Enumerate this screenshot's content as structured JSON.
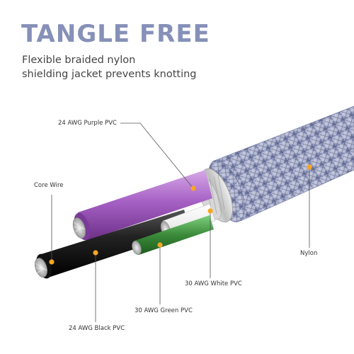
{
  "headline": "TANGLE FREE",
  "subheadline": [
    "Flexible braided nylon",
    "shielding jacket prevents knotting"
  ],
  "labels": {
    "purple": "24 AWG Purple PVC",
    "core": "Core   Wire",
    "white": "30 AWG White PVC",
    "green": "30 AWG Green PVC",
    "black": "24 AWG Black PVC",
    "nylon": "Nylon"
  },
  "colors": {
    "headline": "#8690b8",
    "marker": "#f5a623",
    "purple_wire": "#9b59b6",
    "green_wire": "#3a8a3a",
    "black_wire": "#1a1a1a",
    "braid": "#8b93b8"
  }
}
